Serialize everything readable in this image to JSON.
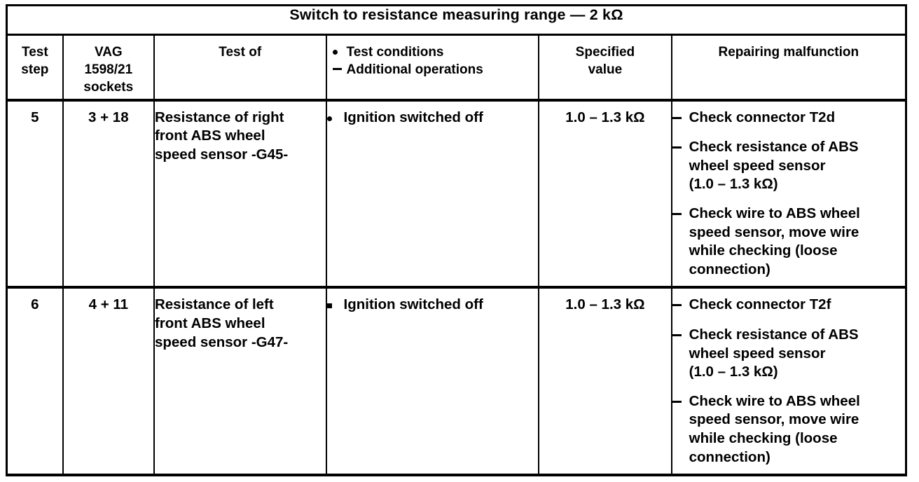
{
  "table": {
    "title": "Switch to resistance measuring range — 2 kΩ",
    "columns": {
      "test_step": "Test step",
      "test_step_line1": "Test",
      "test_step_line2": "step",
      "sockets_line1": "VAG",
      "sockets_line2": "1598/21",
      "sockets_line3": "sockets",
      "test_of": "Test of",
      "conditions_line1": "Test conditions",
      "conditions_line2": "Additional operations",
      "specified_line1": "Specified",
      "specified_line2": "value",
      "repairing": "Repairing malfunction"
    },
    "rows": [
      {
        "step": "5",
        "sockets": "3 + 18",
        "test_of": [
          "Resistance of right",
          "front ABS wheel",
          "speed sensor -G45-"
        ],
        "conditions": [
          {
            "marker": "dot",
            "lines": [
              "Ignition switched off"
            ]
          }
        ],
        "specified_value": "1.0 – 1.3 kΩ",
        "repairs": [
          {
            "marker": "dash",
            "lines": [
              "Check connector T2d"
            ]
          },
          {
            "marker": "dash",
            "lines": [
              "Check resistance of ABS",
              "wheel speed sensor",
              "(1.0 – 1.3 kΩ)"
            ]
          },
          {
            "marker": "dash",
            "lines": [
              "Check wire to ABS wheel",
              "speed sensor, move wire",
              "while checking (loose",
              "connection)"
            ]
          }
        ]
      },
      {
        "step": "6",
        "sockets": "4 + 11",
        "test_of": [
          "Resistance of left",
          "front ABS wheel",
          "speed sensor -G47-"
        ],
        "conditions": [
          {
            "marker": "square",
            "lines": [
              "Ignition switched off"
            ]
          }
        ],
        "specified_value": "1.0 – 1.3 kΩ",
        "repairs": [
          {
            "marker": "dash",
            "lines": [
              "Check connector T2f"
            ]
          },
          {
            "marker": "dash",
            "lines": [
              "Check resistance of ABS",
              "wheel speed sensor",
              "(1.0 – 1.3 kΩ)"
            ]
          },
          {
            "marker": "dash",
            "lines": [
              "Check wire to ABS wheel",
              "speed sensor, move wire",
              "while checking (loose",
              "connection)"
            ]
          }
        ]
      }
    ]
  },
  "colors": {
    "ink": "#000000",
    "paper": "#ffffff"
  }
}
